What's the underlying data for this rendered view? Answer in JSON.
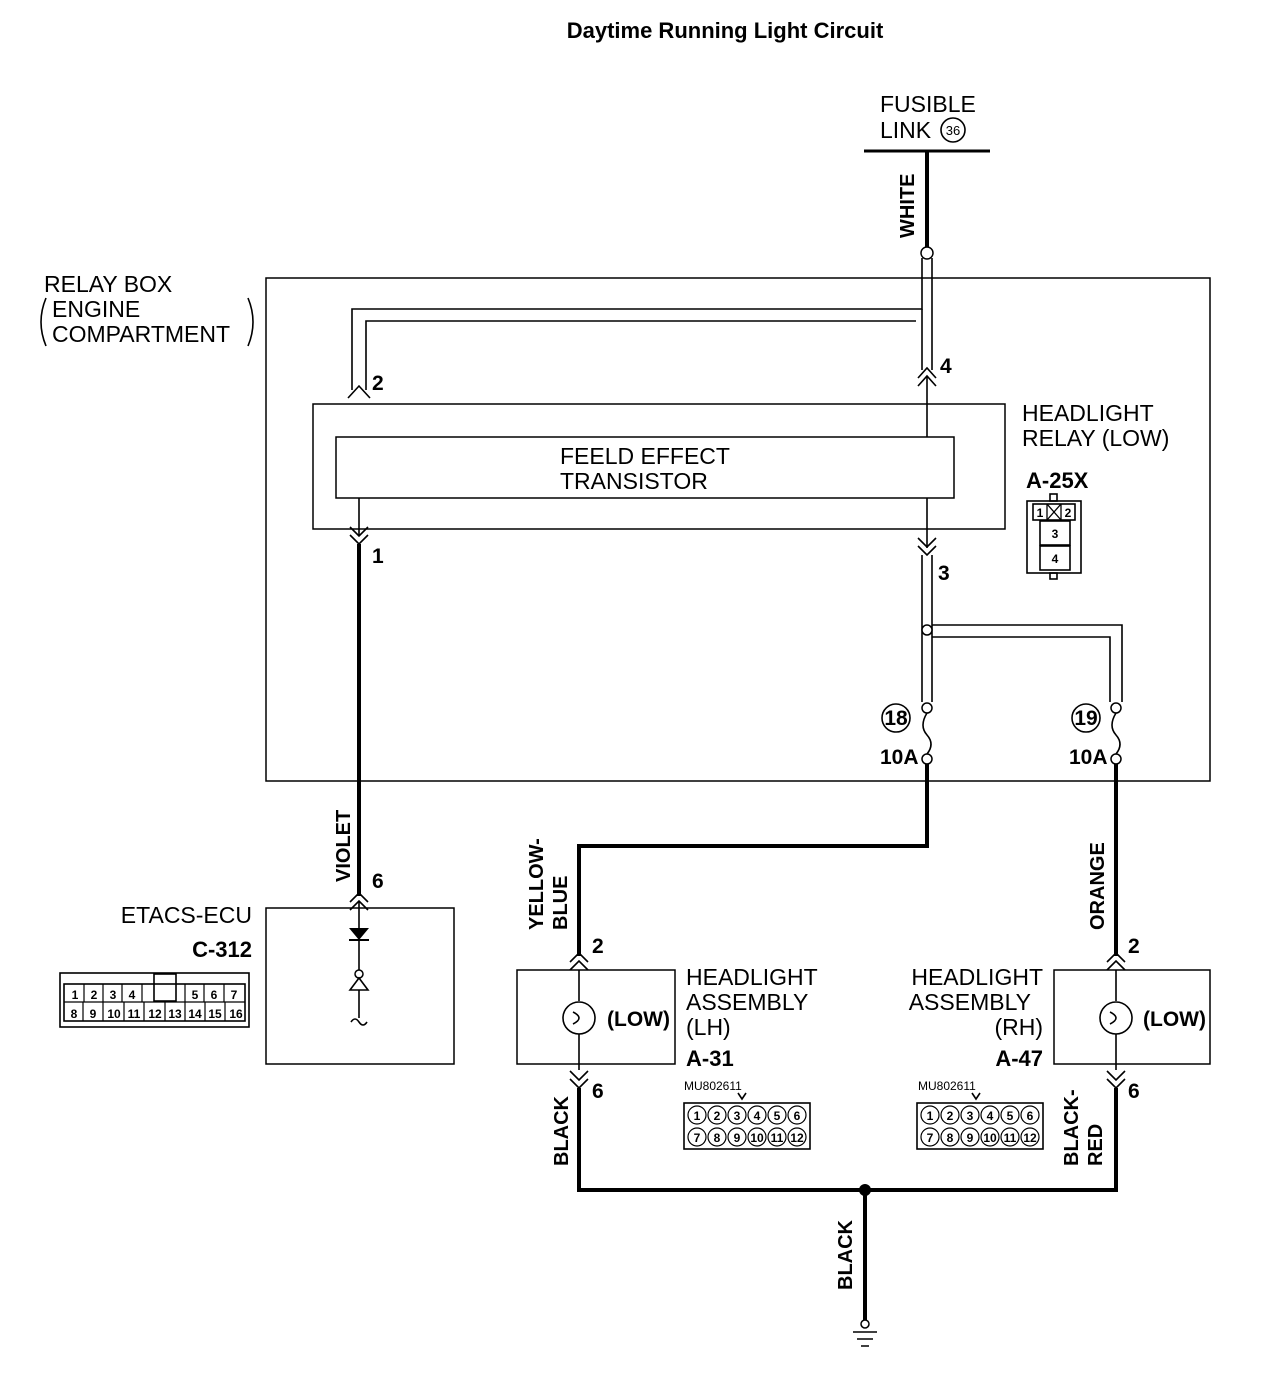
{
  "title": "Daytime Running Light Circuit",
  "fusible_link": {
    "line1": "FUSIBLE",
    "line2": "LINK",
    "number": "36"
  },
  "relay_box": {
    "line1": "RELAY BOX",
    "line2": "ENGINE",
    "line3": "COMPARTMENT"
  },
  "headlight_relay": {
    "line1": "HEADLIGHT",
    "line2": "RELAY (LOW)",
    "connector": "A-25X",
    "pins": [
      "1",
      "2",
      "3",
      "4"
    ]
  },
  "transistor": {
    "line1": "FEELD EFFECT",
    "line2": "TRANSISTOR"
  },
  "etacs": {
    "name": "ETACS-ECU",
    "connector": "C-312",
    "pins_top": [
      "1",
      "2",
      "3",
      "4",
      "5",
      "6",
      "7"
    ],
    "pins_bottom": [
      "8",
      "9",
      "10",
      "11",
      "12",
      "13",
      "14",
      "15",
      "16"
    ]
  },
  "fuses": [
    {
      "number": "18",
      "rating": "10A"
    },
    {
      "number": "19",
      "rating": "10A"
    }
  ],
  "pins": {
    "relay_2": "2",
    "relay_4": "4",
    "relay_1": "1",
    "relay_3": "3",
    "etacs_6": "6",
    "lh_2": "2",
    "lh_6": "6",
    "rh_2": "2",
    "rh_6": "6"
  },
  "wires": {
    "white": "WHITE",
    "violet": "VIOLET",
    "yellow_blue_1": "YELLOW-",
    "yellow_blue_2": "BLUE",
    "orange": "ORANGE",
    "black_lh": "BLACK",
    "black_red_1": "BLACK-",
    "black_red_2": "RED",
    "black_ground": "BLACK"
  },
  "headlight_lh": {
    "line1": "HEADLIGHT",
    "line2": "ASSEMBLY",
    "line3": "(LH)",
    "connector": "A-31",
    "part": "MU802611",
    "lamp": "(LOW)"
  },
  "headlight_rh": {
    "line1": "HEADLIGHT",
    "line2": "ASSEMBLY",
    "line3": "(RH)",
    "connector": "A-47",
    "part": "MU802611",
    "lamp": "(LOW)"
  },
  "mu_pins_top": [
    "1",
    "2",
    "3",
    "4",
    "5",
    "6"
  ],
  "mu_pins_bottom": [
    "7",
    "8",
    "9",
    "10",
    "11",
    "12"
  ]
}
